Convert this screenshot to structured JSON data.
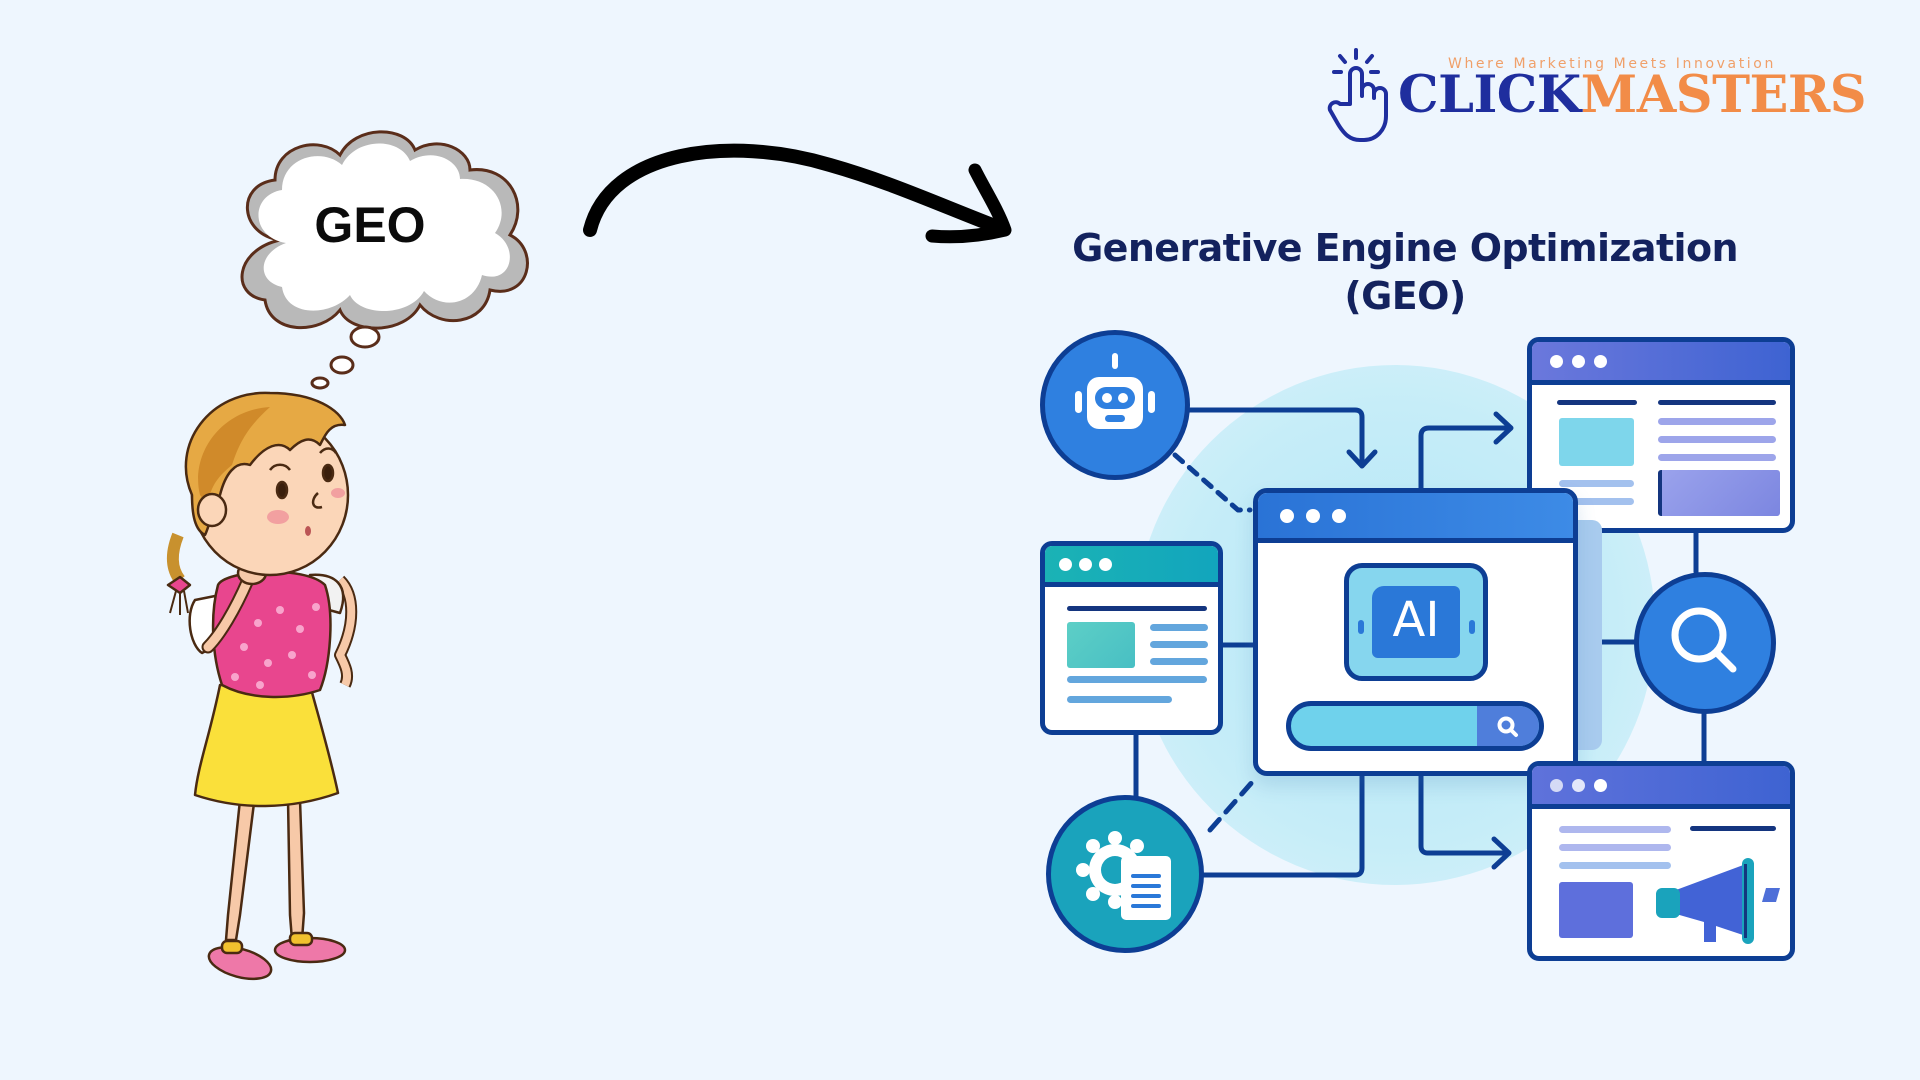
{
  "background_color": "#EEF6FE",
  "logo": {
    "tagline": "Where Marketing Meets Innovation",
    "brand_part1": "CLICK",
    "brand_part2": "MASTERS",
    "brand_color_1": "#1F2E9E",
    "brand_color_2": "#F28C48",
    "icon": "pointing-hand-click-icon"
  },
  "thought_cloud": {
    "text": "GEO"
  },
  "arrow": {
    "direction": "left-to-right",
    "color": "#000000"
  },
  "title": {
    "line1": "Generative Engine Optimization",
    "line2": "(GEO)",
    "color": "#13225E"
  },
  "diagram": {
    "center_window": {
      "badge_text": "AI",
      "search_icon": "magnifier-icon"
    },
    "nodes": [
      {
        "id": "robot",
        "icon": "robot-icon",
        "color": "#2F80E0"
      },
      {
        "id": "search",
        "icon": "magnifier-icon",
        "color": "#2F80E0"
      },
      {
        "id": "settings-doc",
        "icon": "gear-document-icon",
        "color": "#1AA3BC"
      }
    ],
    "windows": [
      {
        "id": "left-content",
        "header_color": "#17AFB5"
      },
      {
        "id": "top-right-content",
        "header_color": "#5A6BD8"
      },
      {
        "id": "bottom-right-marketing",
        "header_color": "#5A6BD8",
        "icon": "megaphone-icon"
      }
    ],
    "colors": {
      "outline": "#0D3E94",
      "primary_blue": "#2F80E0",
      "halo": "#BDE8F6"
    }
  },
  "character": {
    "description": "thinking-girl-illustration"
  }
}
